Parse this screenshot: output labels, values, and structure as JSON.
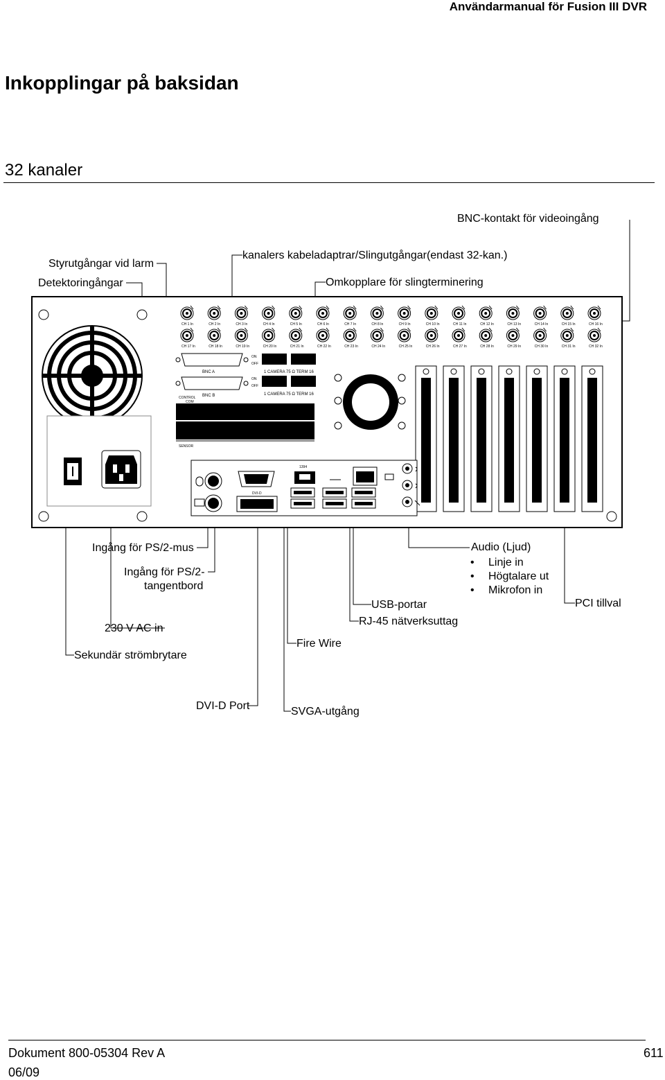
{
  "header": {
    "manual_title": "Användarmanual för Fusion III DVR"
  },
  "page": {
    "title": "Inkopplingar på baksidan",
    "section": "32 kanaler"
  },
  "labels": {
    "bnc": "BNC-kontakt  för videoingång",
    "styr": "Styrutgångar vid larm",
    "detek": "Detektoringångar",
    "kablar": "kanalers kabeladaptrar/Slingutgångar(endast 32-kan.)",
    "omkopplare": "Omkopplare för slingterminering",
    "ps2mus": "Ingång för PS/2-mus",
    "ps2tang1": "Ingång för PS/2-",
    "ps2tang2": "tangentbord",
    "ac": "230 V AC in",
    "sekundar": "Sekundär strömbrytare",
    "firewire": "Fire Wire",
    "usb": "USB-portar",
    "rj45": "RJ-45 nätverksuttag",
    "audio_title": "Audio (Ljud)",
    "audio_items": [
      "Linje in",
      "Högtalare ut",
      "Mikrofon in"
    ],
    "pci": "PCI tillval",
    "dvid": "DVI-D Port",
    "svga": "SVGA-utgång"
  },
  "panel": {
    "row1_channels": [
      "CH 1 In",
      "CH 2 In",
      "CH 3 In",
      "CH 4 In",
      "CH 5 In",
      "CH 6 In",
      "CH 7 In",
      "CH 8 In",
      "CH 9 In",
      "CH 10 In",
      "CH 11 In",
      "CH 12 In",
      "CH 13 In",
      "CH 14 In",
      "CH 15 In",
      "CH 16 In"
    ],
    "row2_channels": [
      "CH 17 In",
      "CH 18 In",
      "CH 19 In",
      "CH 20 In",
      "CH 21 In",
      "CH 22 In",
      "CH 23 In",
      "CH 24 In",
      "CH 25 In",
      "CH 26 In",
      "CH 27 In",
      "CH 28 In",
      "CH 29 In",
      "CH 30 In",
      "CH 31 In",
      "CH 32 In"
    ],
    "bnc_a": "BNC A",
    "bnc_b": "BNC B",
    "on": "ON",
    "off": "OFF",
    "camera_term": "1  CAMERA  75 Ω    TERM  16",
    "control": "CONTROL",
    "com": "COM",
    "sensor": "SENSOR",
    "numbers_top": [
      "1",
      "2",
      "3",
      "4",
      "5",
      "6",
      "7",
      "8",
      "9",
      "10",
      "11",
      "12",
      "13",
      "14",
      "15",
      "16"
    ],
    "port_1394": "1394",
    "port_dvi": "DVI-D"
  },
  "footer": {
    "doc": "Dokument 800-05304  Rev A",
    "date": "06/09",
    "page_no": "611"
  }
}
